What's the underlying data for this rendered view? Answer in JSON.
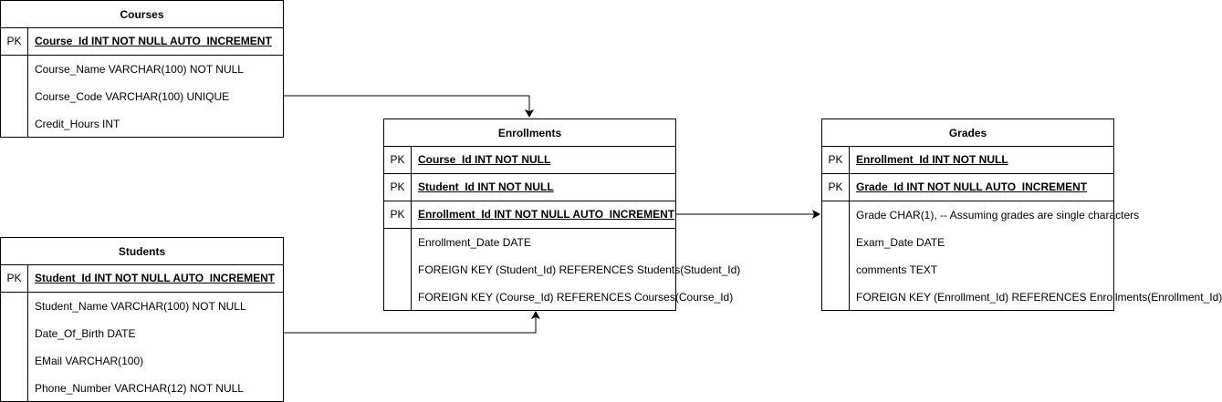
{
  "entities": {
    "courses": {
      "title": "Courses",
      "pk": [
        {
          "key": "PK",
          "text": "Course_Id INT NOT NULL AUTO_INCREMENT"
        }
      ],
      "attrs": [
        "Course_Name VARCHAR(100) NOT NULL",
        "Course_Code VARCHAR(100) UNIQUE",
        "Credit_Hours INT"
      ]
    },
    "students": {
      "title": "Students",
      "pk": [
        {
          "key": "PK",
          "text": "Student_Id INT NOT NULL AUTO_INCREMENT"
        }
      ],
      "attrs": [
        "Student_Name VARCHAR(100) NOT NULL",
        "Date_Of_Birth DATE",
        "EMail VARCHAR(100)",
        "Phone_Number VARCHAR(12) NOT NULL"
      ]
    },
    "enrollments": {
      "title": "Enrollments",
      "pk": [
        {
          "key": "PK",
          "text": "Course_Id INT NOT NULL"
        },
        {
          "key": "PK",
          "text": "Student_Id INT NOT NULL"
        },
        {
          "key": "PK",
          "text": "Enrollment_Id INT NOT NULL AUTO_INCREMENT"
        }
      ],
      "attrs": [
        "Enrollment_Date DATE",
        "FOREIGN KEY (Student_Id) REFERENCES Students(Student_Id)",
        "FOREIGN KEY (Course_Id) REFERENCES Courses(Course_Id)"
      ]
    },
    "grades": {
      "title": "Grades",
      "pk": [
        {
          "key": "PK",
          "text": "Enrollment_Id INT NOT NULL"
        },
        {
          "key": "PK",
          "text": "Grade_Id INT NOT NULL AUTO_INCREMENT"
        }
      ],
      "attrs": [
        "Grade CHAR(1), -- Assuming grades are single characters",
        "Exam_Date DATE",
        "comments TEXT",
        "FOREIGN KEY (Enrollment_Id) REFERENCES Enrollments(Enrollment_Id)"
      ]
    }
  },
  "colors": {
    "line": "#000000",
    "background": "#ffffff"
  }
}
